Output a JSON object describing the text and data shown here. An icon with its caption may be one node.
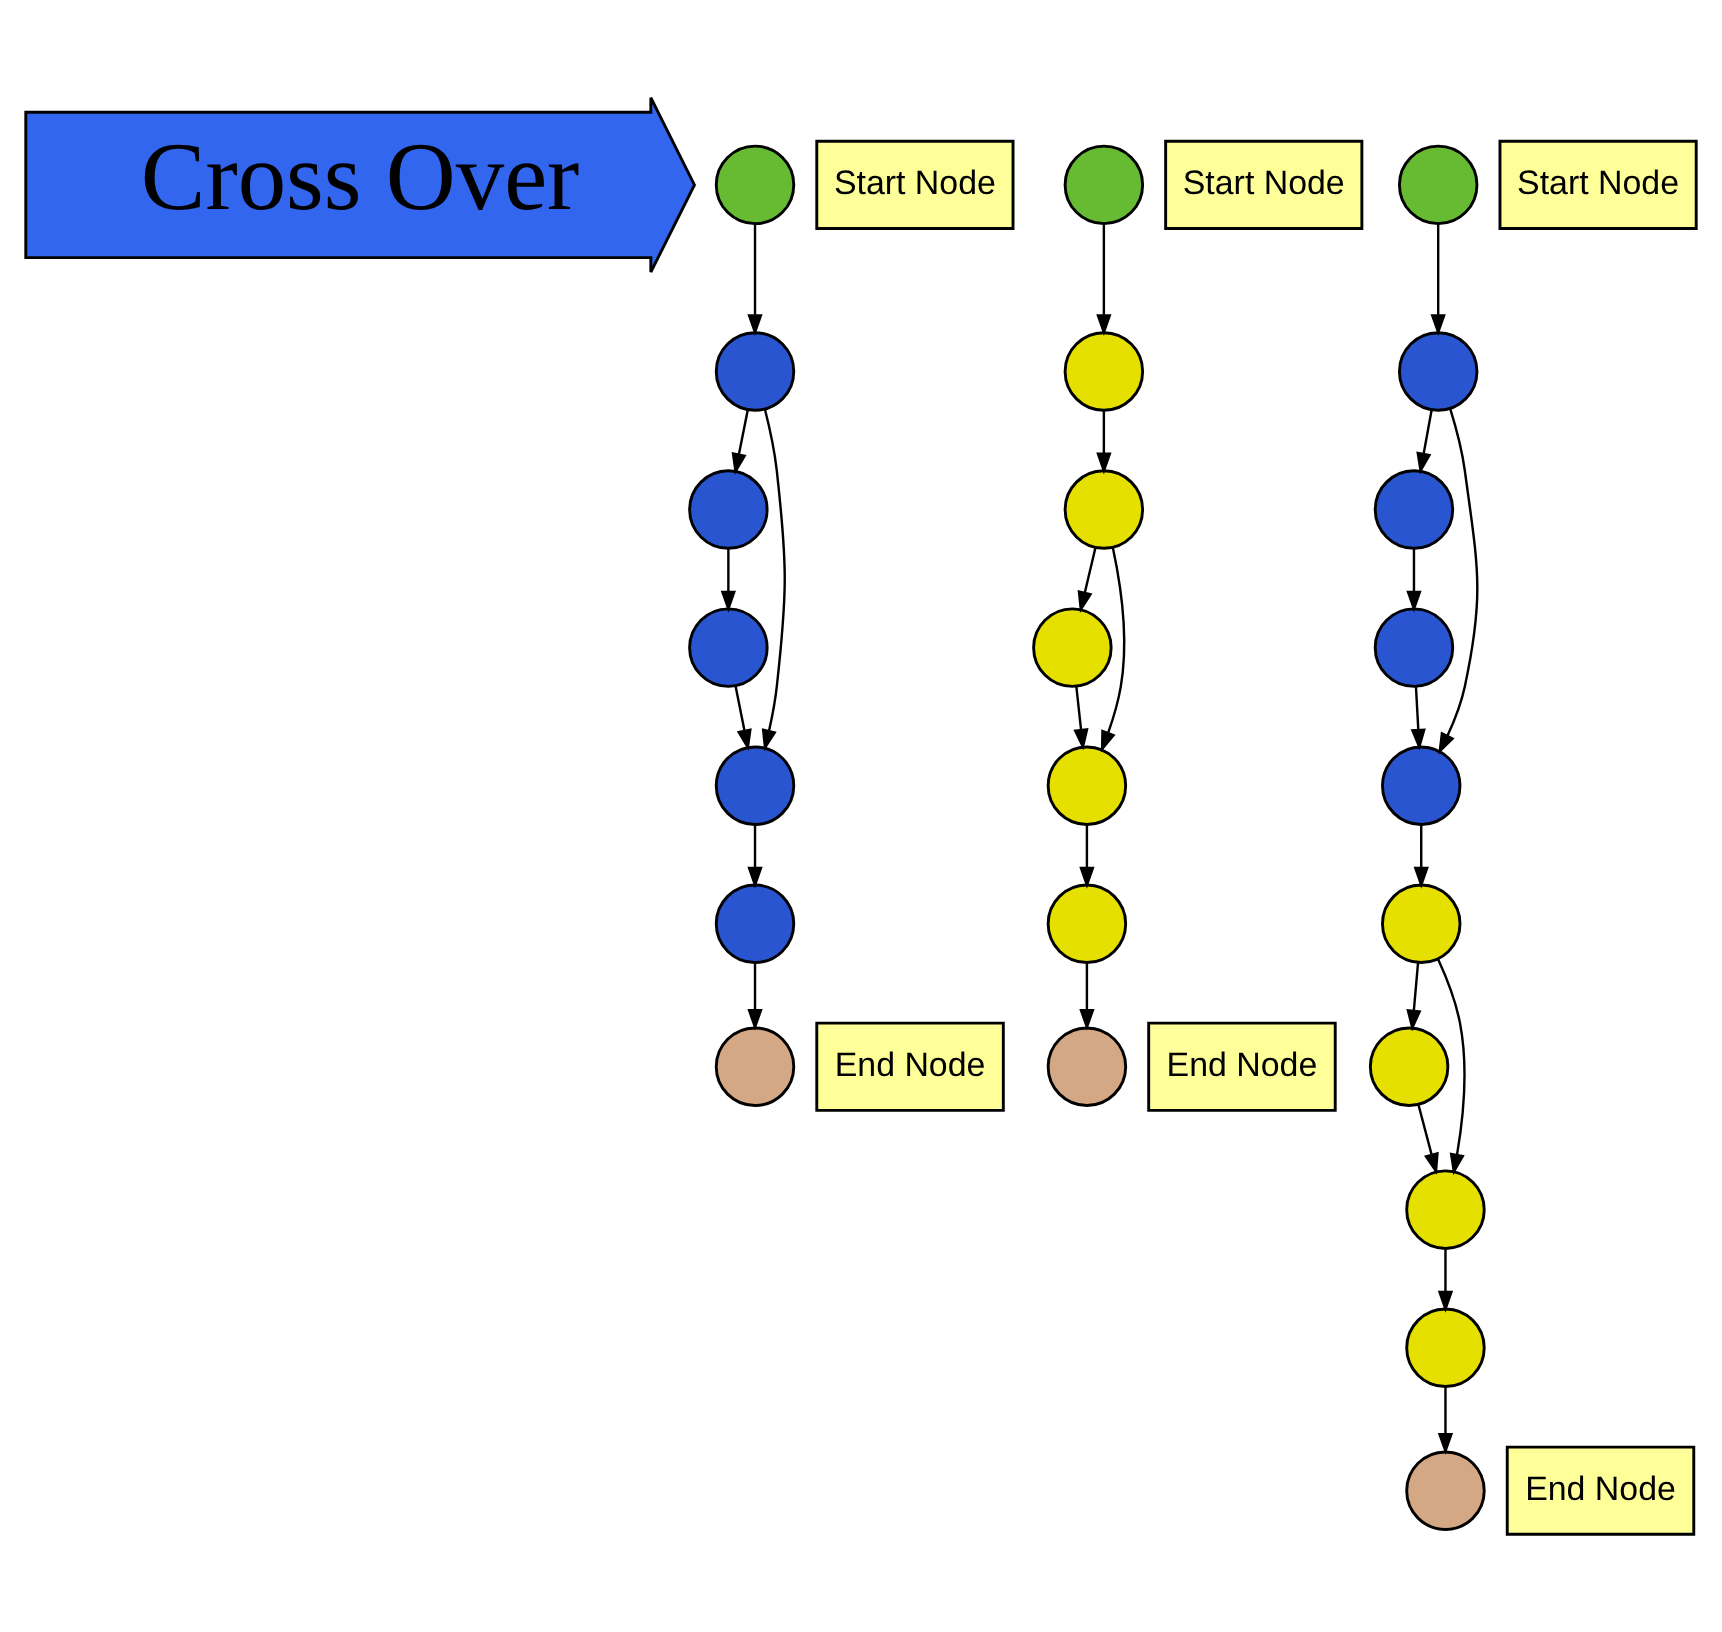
{
  "diagram": {
    "nodes": [
      {
        "text": [
          "Cross Over"
        ]
      },
      {
        "text": [],
        "shape": "circle",
        "beside": [
          "Start Node"
        ]
      },
      {
        "text": [],
        "shape": "circle"
      },
      {
        "text": [],
        "shape": "circle"
      },
      {
        "text": [],
        "shape": "circle"
      },
      {
        "text": [],
        "shape": "circle"
      },
      {
        "text": [],
        "shape": "circle"
      },
      {
        "text": [],
        "shape": "circle",
        "beside": [
          "End Node"
        ]
      },
      {
        "text": [],
        "shape": "circle",
        "beside": [
          "Start Node"
        ]
      },
      {
        "text": [],
        "shape": "circle"
      },
      {
        "text": [],
        "shape": "circle"
      },
      {
        "text": [],
        "shape": "circle"
      },
      {
        "text": [],
        "shape": "circle"
      },
      {
        "text": [],
        "shape": "circle"
      },
      {
        "text": [],
        "shape": "circle",
        "beside": [
          "End Node"
        ]
      },
      {
        "text": [],
        "shape": "circle",
        "beside": [
          "Start Node"
        ]
      },
      {
        "text": [],
        "shape": "circle"
      },
      {
        "text": [],
        "shape": "circle"
      },
      {
        "text": [],
        "shape": "circle"
      },
      {
        "text": [],
        "shape": "circle"
      },
      {
        "text": [],
        "shape": "circle"
      },
      {
        "text": [],
        "shape": "circle"
      },
      {
        "text": [],
        "shape": "circle"
      },
      {
        "text": [],
        "shape": "circle"
      },
      {
        "text": [],
        "shape": "circle",
        "beside": [
          "End Node"
        ]
      }
    ],
    "edges": [
      {
        "from": 1,
        "to": 2,
        "arrow": "to"
      },
      {
        "from": 2,
        "to": 3,
        "arrow": "to"
      },
      {
        "from": 3,
        "to": 4,
        "arrow": "to"
      },
      {
        "from": 4,
        "to": 5,
        "arrow": "to"
      },
      {
        "from": 5,
        "to": 6,
        "arrow": "to"
      },
      {
        "from": 6,
        "to": 7,
        "arrow": "to"
      },
      {
        "from": 2,
        "to": 5,
        "arrow": "to"
      },
      {
        "from": 8,
        "to": 9,
        "arrow": "to"
      },
      {
        "from": 9,
        "to": 10,
        "arrow": "to"
      },
      {
        "from": 10,
        "to": 11,
        "arrow": "to"
      },
      {
        "from": 11,
        "to": 12,
        "arrow": "to"
      },
      {
        "from": 12,
        "to": 13,
        "arrow": "to"
      },
      {
        "from": 13,
        "to": 14,
        "arrow": "to"
      },
      {
        "from": 10,
        "to": 12,
        "arrow": "to"
      },
      {
        "from": 15,
        "to": 16,
        "arrow": "to"
      },
      {
        "from": 16,
        "to": 17,
        "arrow": "to"
      },
      {
        "from": 17,
        "to": 18,
        "arrow": "to"
      },
      {
        "from": 18,
        "to": 19,
        "arrow": "to"
      },
      {
        "from": 19,
        "to": 20,
        "arrow": "to"
      },
      {
        "from": 20,
        "to": 21,
        "arrow": "to"
      },
      {
        "from": 21,
        "to": 22,
        "arrow": "to"
      },
      {
        "from": 22,
        "to": 23,
        "arrow": "to"
      },
      {
        "from": 23,
        "to": 24,
        "arrow": "to"
      },
      {
        "from": 16,
        "to": 19,
        "arrow": "to"
      },
      {
        "from": 20,
        "to": 22,
        "arrow": "to"
      }
    ]
  }
}
